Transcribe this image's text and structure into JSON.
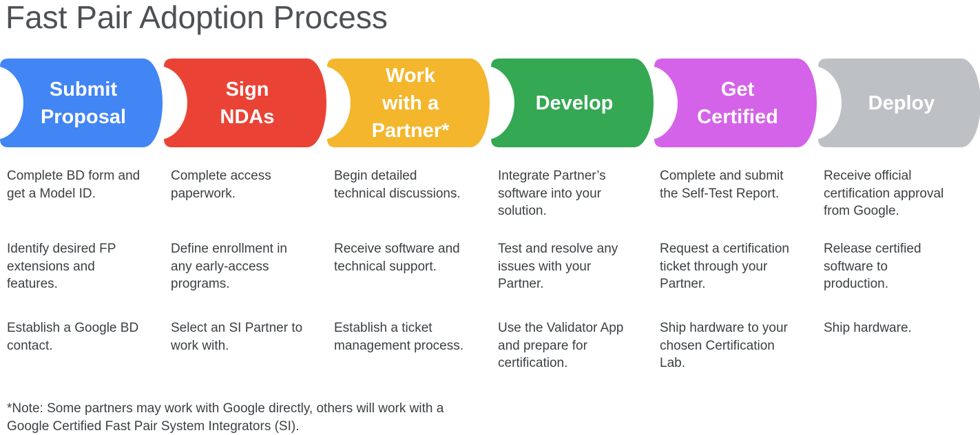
{
  "title": "Fast Pair Adoption Process",
  "note": "*Note: Some partners may work with Google directly, others will work with a\nGoogle Certified Fast Pair System Integrators (SI).",
  "colors": {
    "blue": "#4285F4",
    "red": "#EA4335",
    "yellow": "#F4B62C",
    "green": "#34A853",
    "magenta": "#D563E9",
    "gray": "#BDC1C6",
    "title_text": "#4d5156",
    "body_text": "#3c4043"
  },
  "steps": [
    {
      "label": "Submit\nProposal",
      "color": "#4285F4",
      "descriptions": [
        "Complete BD form and\nget a Model ID.",
        "Identify desired FP\nextensions and\nfeatures.",
        "Establish a Google BD\ncontact."
      ]
    },
    {
      "label": "Sign\nNDAs",
      "color": "#EA4335",
      "descriptions": [
        "Complete access\npaperwork.",
        "Define enrollment in\nany early-access\nprograms.",
        "Select an SI Partner to\nwork with."
      ]
    },
    {
      "label": "Work\nwith a\nPartner*",
      "color": "#F4B62C",
      "descriptions": [
        "Begin detailed\ntechnical discussions.",
        "Receive software and\ntechnical support.",
        "Establish a ticket\nmanagement process."
      ]
    },
    {
      "label": "Develop",
      "color": "#34A853",
      "descriptions": [
        "Integrate Partner’s\nsoftware into your\nsolution.",
        "Test and resolve any\nissues with your\nPartner.",
        "Use the Validator App\nand prepare for\ncertification."
      ]
    },
    {
      "label": "Get\nCertified",
      "color": "#D563E9",
      "descriptions": [
        "Complete and submit\nthe Self-Test Report.",
        "Request a certification\nticket through your\nPartner.",
        "Ship hardware to your\nchosen Certification\nLab."
      ]
    },
    {
      "label": "Deploy",
      "color": "#BDC1C6",
      "descriptions": [
        "Receive official\ncertification approval\nfrom Google.",
        "Release certified\nsoftware to\nproduction.",
        "Ship hardware."
      ]
    }
  ]
}
